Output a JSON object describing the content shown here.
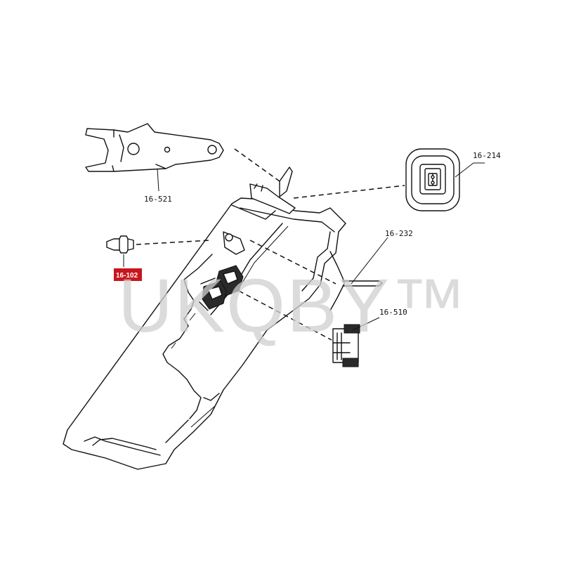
{
  "watermark": "UKQBY™",
  "parts": {
    "clutch_fork": {
      "label": "16-521"
    },
    "sensor_connector": {
      "label": "16-214"
    },
    "bolt": {
      "label": "16-102",
      "highlight_color": "#c8161d"
    },
    "spring_clip": {
      "label": "16-232"
    },
    "release_bearing": {
      "label": "16-510"
    }
  },
  "colors": {
    "line": "#111111",
    "background": "#ffffff",
    "highlight": "#c8161d",
    "watermark": "#cfcfcf"
  }
}
